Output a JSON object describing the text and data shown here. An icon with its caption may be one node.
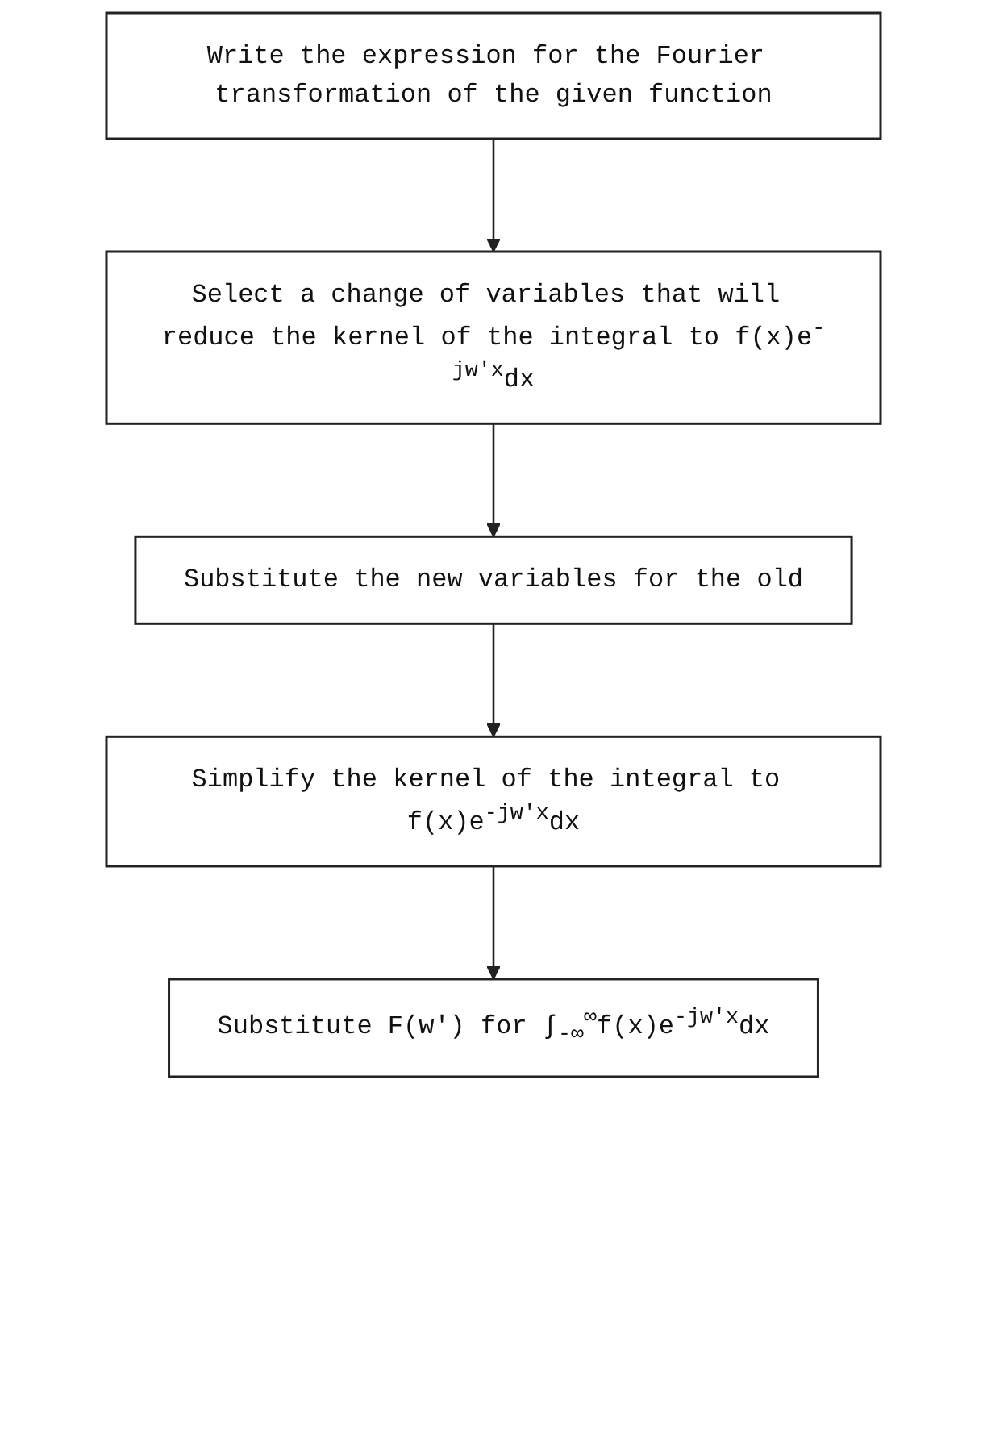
{
  "diagram": {
    "nodes": [
      {
        "text": [
          "Write the expression for the Fourier transformation of the given function"
        ]
      },
      {
        "text": [
          "Select a change of variables that will reduce the kernel of the integral to f(x)e$^{-jw′x}$dx"
        ]
      },
      {
        "text": [
          "Substitute the new variables for the old"
        ]
      },
      {
        "text": [
          "Simplify the kernel of the integral to f(x)e$^{-jw′x}$dx"
        ]
      },
      {
        "text": [
          "Substitute F(w′) for ∫$_{-∞}$$^{∞}$f(x)e$^{-jw′x}$dx"
        ]
      }
    ],
    "edges": [
      {
        "from": 0,
        "to": 1,
        "arrow": "to"
      },
      {
        "from": 1,
        "to": 2,
        "arrow": "to"
      },
      {
        "from": 2,
        "to": 3,
        "arrow": "to"
      },
      {
        "from": 3,
        "to": 4,
        "arrow": "to"
      }
    ]
  }
}
